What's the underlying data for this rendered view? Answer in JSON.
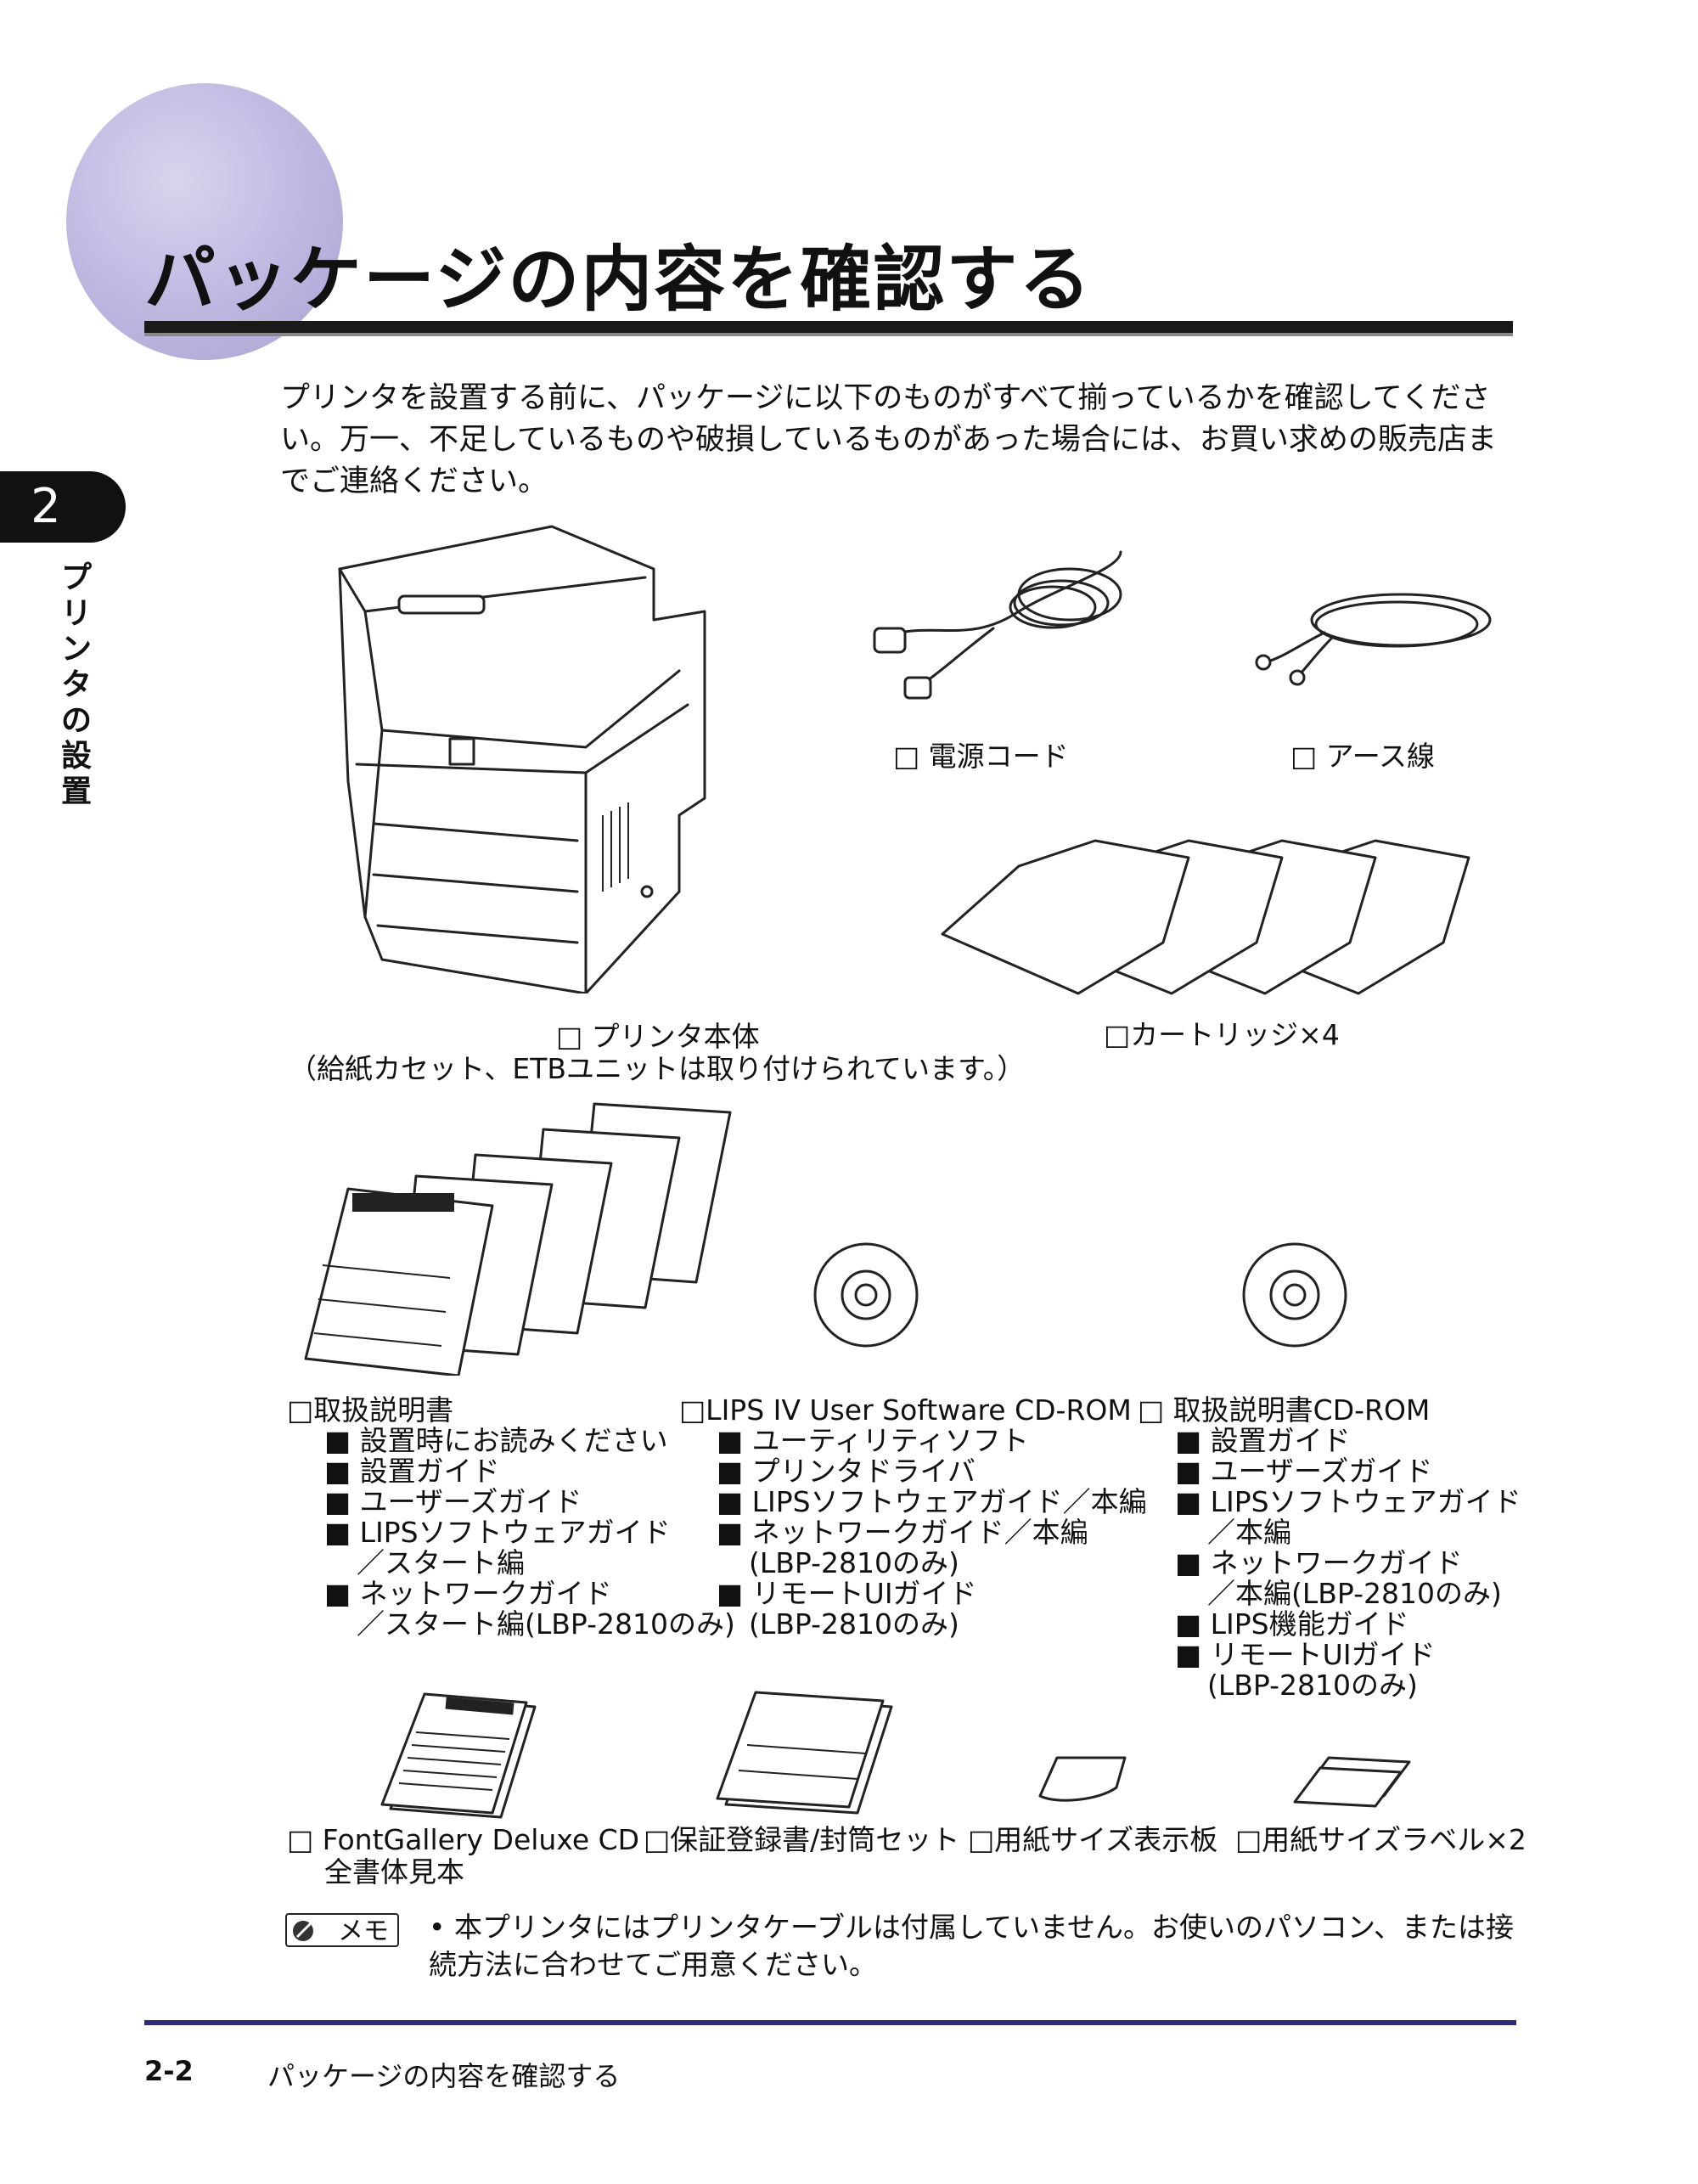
{
  "page": {
    "title": "パッケージの内容を確認する",
    "chapter_number": "2",
    "chapter_title": "プリンタの設置",
    "intro": "プリンタを設置する前に、パッケージに以下のものがすべて揃っているかを確認してください。万一、不足しているものや破損しているものがあった場合には、お買い求めの販売店までご連絡ください。"
  },
  "items": {
    "printer": {
      "label": "□ プリンタ本体",
      "note": "（給紙カセット、ETBユニットは取り付けられています。）"
    },
    "power_cord": {
      "label": "□ 電源コード"
    },
    "earth_wire": {
      "label": "□ アース線"
    },
    "cartridge": {
      "label": "□カートリッジ×4"
    },
    "manual": {
      "label": "□取扱説明書",
      "entries": [
        "■ 設置時にお読みください",
        "■ 設置ガイド",
        "■ ユーザーズガイド",
        "■ LIPSソフトウェアガイド"
      ],
      "entry_cont1": "／スタート編",
      "entry5": "■ ネットワークガイド",
      "entry_cont2": "／スタート編(LBP-2810のみ)"
    },
    "lips_cd": {
      "label": "□LIPS IV User Software CD-ROM",
      "entries": [
        "■ ユーティリティソフト",
        "■ プリンタドライバ",
        "■ LIPSソフトウェアガイド／本編",
        "■ ネットワークガイド／本編"
      ],
      "entry_cont1": "(LBP-2810のみ)",
      "entry5": "■ リモートUIガイド",
      "entry_cont2": "(LBP-2810のみ)"
    },
    "manual_cd": {
      "label": "□ 取扱説明書CD-ROM",
      "entries": [
        "■ 設置ガイド",
        "■ ユーザーズガイド",
        "■ LIPSソフトウェアガイド"
      ],
      "entry_cont1": "／本編",
      "entry4": "■ ネットワークガイド",
      "entry_cont2": "／本編(LBP-2810のみ)",
      "entry5": "■ LIPS機能ガイド",
      "entry6": "■ リモートUIガイド",
      "entry_cont3": "(LBP-2810のみ)"
    },
    "fontgallery": {
      "label": "□ FontGallery Deluxe CD",
      "label2": "全書体見本"
    },
    "warranty": {
      "label": "□保証登録書/封筒セット"
    },
    "paper_size_plate": {
      "label": "□用紙サイズ表示板"
    },
    "paper_size_label": {
      "label": "□用紙サイズラベル×2"
    }
  },
  "memo": {
    "badge": "メモ",
    "text": "• 本プリンタにはプリンタケーブルは付属していません。お使いのパソコン、または接続方法に合わせてご用意ください。"
  },
  "footer": {
    "page_number": "2-2",
    "title": "パッケージの内容を確認する"
  }
}
